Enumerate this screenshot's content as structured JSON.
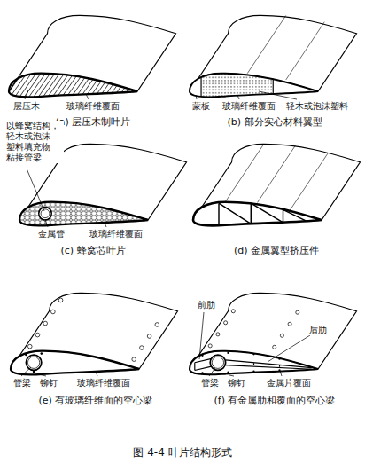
{
  "diagram": {
    "caption": "图 4-4 叶片结构形式",
    "labels": [
      "层压木",
      "玻璃纤维覆面",
      "(a) 层压木制叶片",
      "蒙板",
      "玻璃纤维覆面",
      "轻木或泡沫塑料",
      "(b) 部分实心材料翼型",
      "以蜂窝结构， 轻木或泡沫 塑料填充物 粘接管梁",
      "金属管",
      "玻璃纤维覆面",
      "(c) 蜂窝芯叶片",
      "(d) 金属翼型挤压件",
      "管梁",
      "铆钉",
      "玻璃纤维覆面",
      "(e) 有玻璃纤维面的空心梁",
      "前肋",
      "后肋",
      "管梁",
      "铆钉",
      "金属片覆面",
      "(f) 有金属肋和覆面的空心梁"
    ]
  }
}
